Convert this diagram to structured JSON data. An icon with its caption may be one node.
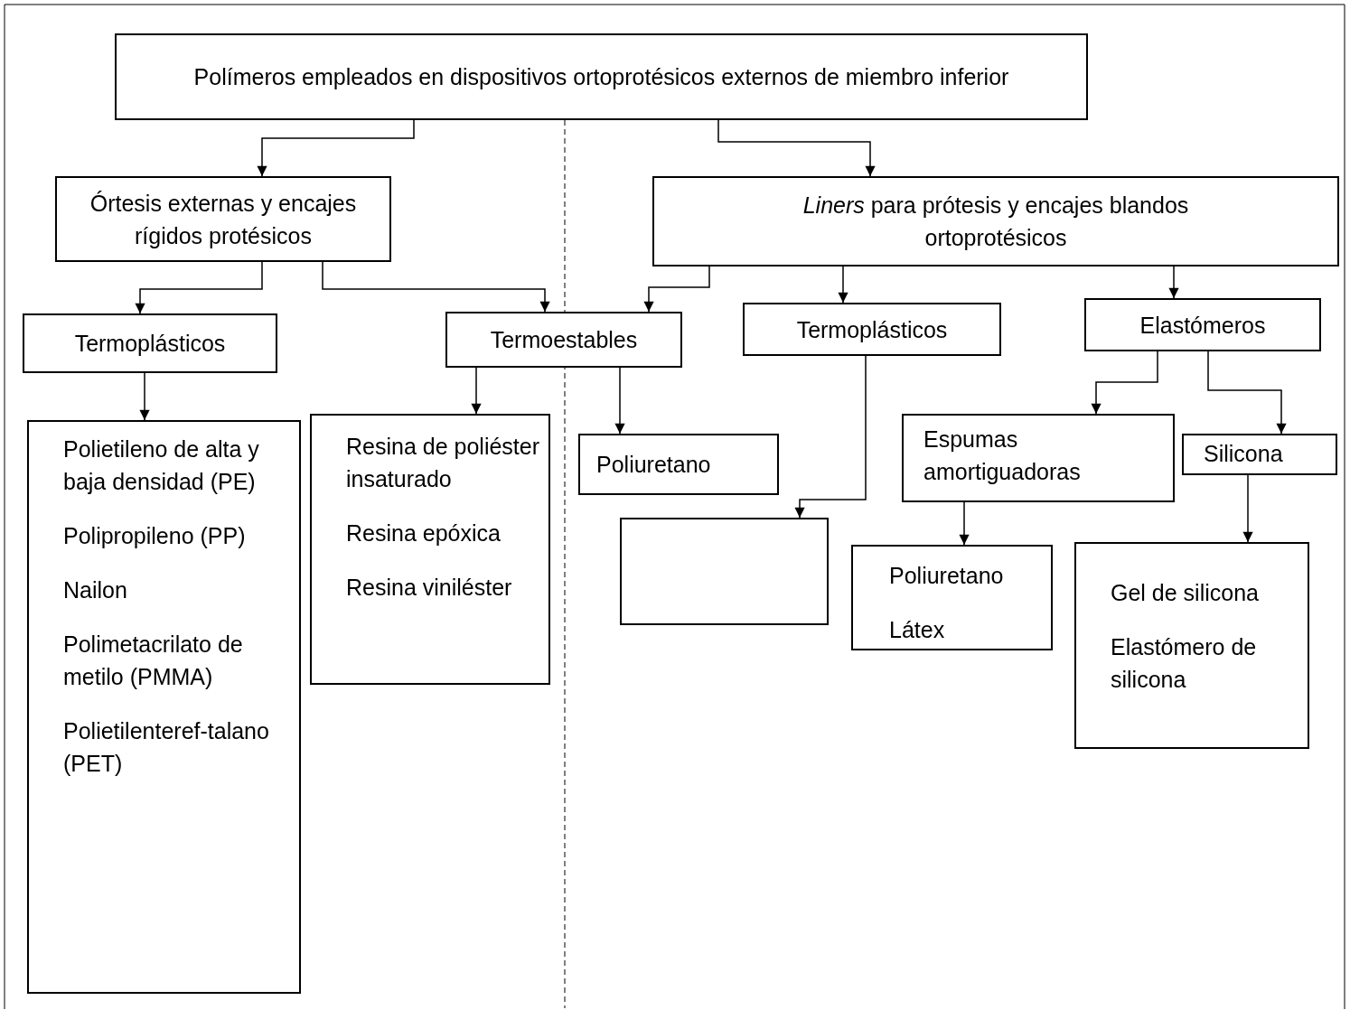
{
  "diagram": {
    "nodes": [
      {
        "text": [
          "Polímeros empleados en dispositivos ortoprotésicos externos de miembro inferior"
        ]
      },
      {
        "text": [
          "Órtesis externas y encajes rígidos protésicos"
        ]
      },
      {
        "text": [
          "*Liners* para prótesis y encajes blandos ortoprotésicos"
        ]
      },
      {
        "text": [
          "Termoplásticos"
        ]
      },
      {
        "text": [
          "Termoestables"
        ]
      },
      {
        "text": [
          "Termoplásticos"
        ]
      },
      {
        "text": [
          "Elastómeros"
        ]
      },
      {
        "text": [
          "Polietileno de alta y baja densidad (PE)",
          "Polipropileno (PP)",
          "Nailon",
          "Polimetacrilato de metilo (PMMA)",
          "Polietilenteref-talano (PET)"
        ]
      },
      {
        "text": [
          "Resina de poliéster insaturado",
          "Resina epóxica",
          "Resina viniléster"
        ]
      },
      {
        "text": [
          "Poliuretano"
        ]
      },
      {
        "text": [],
        "shape": "box"
      },
      {
        "text": [
          "Espumas amortiguadoras"
        ]
      },
      {
        "text": [
          "Silicona"
        ]
      },
      {
        "text": [
          "Poliuretano",
          "Látex"
        ]
      },
      {
        "text": [
          "Gel de silicona",
          "Elastómero de silicona"
        ]
      }
    ],
    "edges": [
      {
        "from": 0,
        "to": 1,
        "arrow": "to"
      },
      {
        "from": 0,
        "to": 2,
        "arrow": "to"
      },
      {
        "from": 1,
        "to": 3,
        "arrow": "to"
      },
      {
        "from": 1,
        "to": 4,
        "arrow": "to"
      },
      {
        "from": 2,
        "to": 4,
        "arrow": "to"
      },
      {
        "from": 2,
        "to": 5,
        "arrow": "to"
      },
      {
        "from": 2,
        "to": 6,
        "arrow": "to"
      },
      {
        "from": 3,
        "to": 7,
        "arrow": "to"
      },
      {
        "from": 4,
        "to": 8,
        "arrow": "to"
      },
      {
        "from": 4,
        "to": 9,
        "arrow": "to"
      },
      {
        "from": 5,
        "to": 10,
        "arrow": "to"
      },
      {
        "from": 6,
        "to": 11,
        "arrow": "to"
      },
      {
        "from": 6,
        "to": 12,
        "arrow": "to"
      },
      {
        "from": 11,
        "to": 13,
        "arrow": "to"
      },
      {
        "from": 12,
        "to": 14,
        "arrow": "to"
      }
    ]
  }
}
